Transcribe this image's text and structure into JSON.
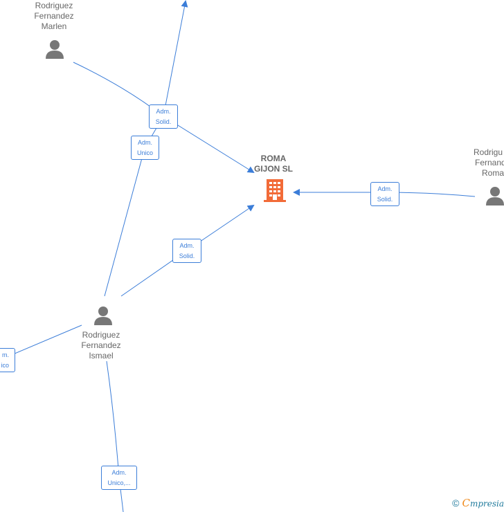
{
  "company": {
    "name_line1": "ROMA",
    "name_line2": "GIJON  SL",
    "icon": "building-icon",
    "color": "#f26b38"
  },
  "persons": [
    {
      "id": "marlen",
      "lines": [
        "Rodriguez",
        "Fernandez",
        "Marlen"
      ],
      "icon": "person-icon"
    },
    {
      "id": "roman",
      "lines": [
        "Rodrigu",
        "Fernand",
        "Roma"
      ],
      "icon": "person-icon"
    },
    {
      "id": "ismael",
      "lines": [
        "Rodriguez",
        "Fernandez",
        "Ismael"
      ],
      "icon": "person-icon"
    }
  ],
  "roles": [
    {
      "id": "r1",
      "line1": "Adm.",
      "line2": "Solid."
    },
    {
      "id": "r2",
      "line1": "Adm.",
      "line2": "Unico"
    },
    {
      "id": "r3",
      "line1": "Adm.",
      "line2": "Solid."
    },
    {
      "id": "r4",
      "line1": "Adm.",
      "line2": "Solid."
    },
    {
      "id": "r5",
      "line1": "m.",
      "line2": "ico"
    },
    {
      "id": "r6",
      "line1": "Adm.",
      "line2": "Unico,..."
    }
  ],
  "colors": {
    "edge": "#3b7dd8",
    "person": "#777777",
    "label": "#666666"
  },
  "footer": {
    "symbol": "©",
    "brand_first": "C",
    "brand_rest": "mpresia"
  }
}
